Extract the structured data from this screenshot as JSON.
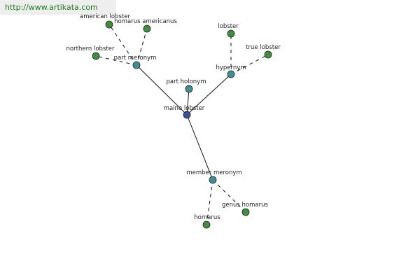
{
  "url": "http://www.artikata.com",
  "colors": {
    "root_node": "#3a4e9a",
    "relation_node": "#3f8f93",
    "leaf_node": "#3f8f3f",
    "edge": "#111111",
    "url_text": "#1a7a1a"
  },
  "nodes": [
    {
      "id": "maine-lobster",
      "label": "maine lobster",
      "kind": "root"
    },
    {
      "id": "part-holonym",
      "label": "part holonym",
      "kind": "relation"
    },
    {
      "id": "part-meronym",
      "label": "part meronym",
      "kind": "relation"
    },
    {
      "id": "hypernym",
      "label": "hypernym",
      "kind": "relation"
    },
    {
      "id": "member-meronym",
      "label": "member meronym",
      "kind": "relation"
    },
    {
      "id": "american-lobster",
      "label": "american lobster",
      "kind": "leaf"
    },
    {
      "id": "homarus-americanus",
      "label": "homarus americanus",
      "kind": "leaf"
    },
    {
      "id": "northern-lobster",
      "label": "northern lobster",
      "kind": "leaf"
    },
    {
      "id": "lobster",
      "label": "lobster",
      "kind": "leaf"
    },
    {
      "id": "true-lobster",
      "label": "true lobster",
      "kind": "leaf"
    },
    {
      "id": "homarus",
      "label": "homarus",
      "kind": "leaf"
    },
    {
      "id": "genus-homarus",
      "label": "genus homarus",
      "kind": "leaf"
    }
  ],
  "edges": [
    {
      "from": "maine-lobster",
      "to": "part-holonym",
      "style": "solid"
    },
    {
      "from": "maine-lobster",
      "to": "part-meronym",
      "style": "solid"
    },
    {
      "from": "maine-lobster",
      "to": "hypernym",
      "style": "solid"
    },
    {
      "from": "maine-lobster",
      "to": "member-meronym",
      "style": "solid"
    },
    {
      "from": "part-meronym",
      "to": "american-lobster",
      "style": "dashed"
    },
    {
      "from": "part-meronym",
      "to": "homarus-americanus",
      "style": "dashed"
    },
    {
      "from": "part-meronym",
      "to": "northern-lobster",
      "style": "dashed"
    },
    {
      "from": "hypernym",
      "to": "lobster",
      "style": "dashed"
    },
    {
      "from": "hypernym",
      "to": "true-lobster",
      "style": "dashed"
    },
    {
      "from": "member-meronym",
      "to": "homarus",
      "style": "dashed"
    },
    {
      "from": "member-meronym",
      "to": "genus-homarus",
      "style": "dashed"
    }
  ]
}
